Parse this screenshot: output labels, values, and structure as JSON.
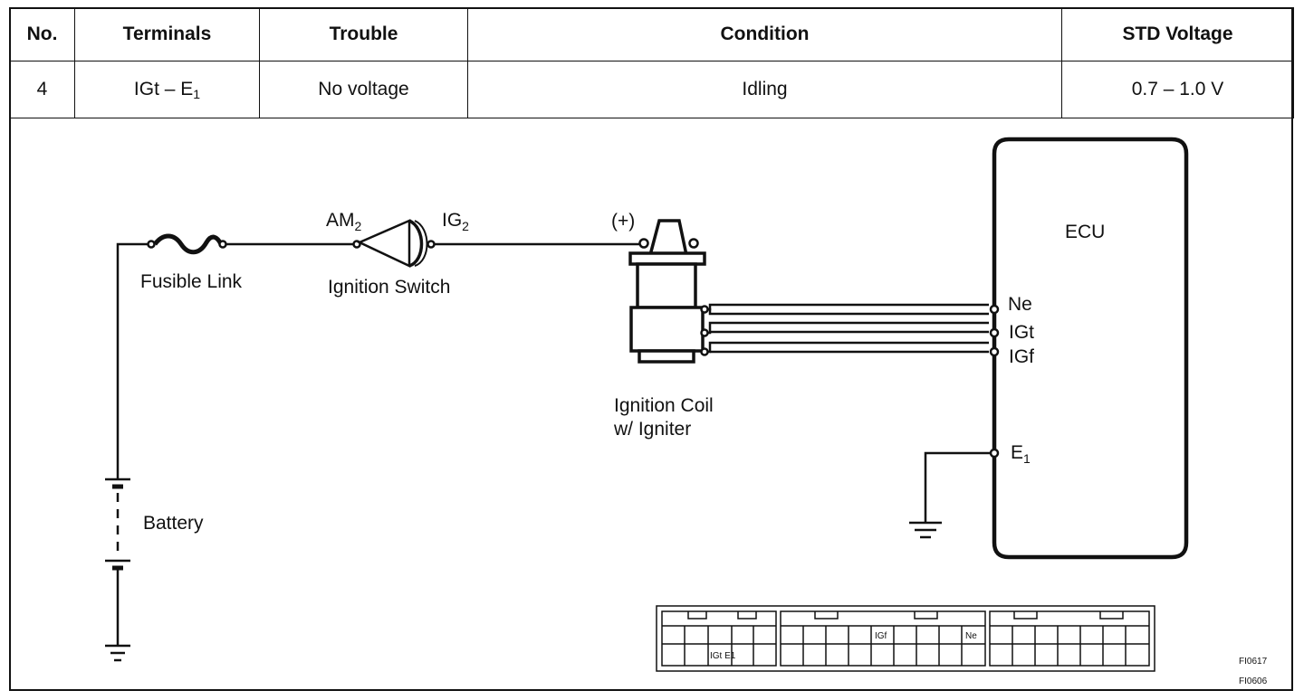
{
  "table": {
    "headers": {
      "no": "No.",
      "terminals": "Terminals",
      "trouble": "Trouble",
      "condition": "Condition",
      "std_voltage": "STD Voltage"
    },
    "row": {
      "no": "4",
      "terminals_main": "IGt – E",
      "terminals_sub": "1",
      "trouble": "No voltage",
      "condition": "Idling",
      "std_voltage": "0.7 – 1.0 V"
    }
  },
  "diagram": {
    "fusible_link": "Fusible Link",
    "am2_main": "AM",
    "am2_sub": "2",
    "ig2_main": "IG",
    "ig2_sub": "2",
    "ignition_switch": "Ignition Switch",
    "plus_terminal": "(+)",
    "ignition_coil_line1": "Ignition Coil",
    "ignition_coil_line2": "w/ Igniter",
    "battery": "Battery",
    "ecu": "ECU",
    "ecu_terminals": {
      "ne": "Ne",
      "igt": "IGt",
      "igf": "IGf",
      "e1_main": "E",
      "e1_sub": "1"
    },
    "connector_marks": {
      "mark1": "IGt E1",
      "mark2": "IGf",
      "mark3": "Ne"
    },
    "figure_codes": [
      "FI0617",
      "FI0606"
    ]
  }
}
